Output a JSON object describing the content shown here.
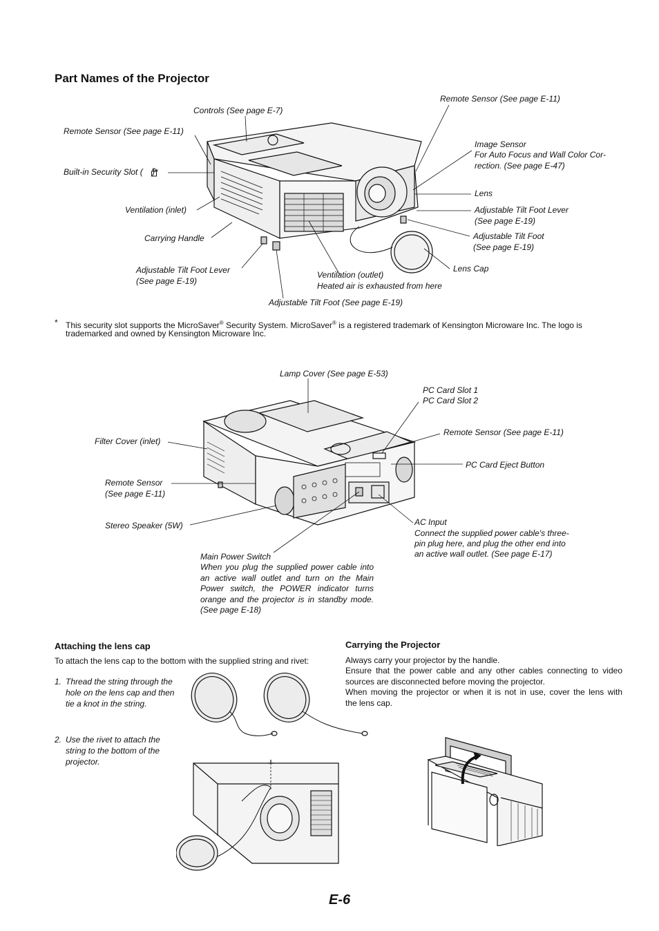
{
  "page": {
    "title": "Part Names of the Projector",
    "page_number": "E-6"
  },
  "front_view": {
    "labels": {
      "controls": "Controls (See page E-7)",
      "remote_sensor_left": "Remote Sensor (See page E-11)",
      "security_slot": "Built-in Security Slot (    )*",
      "ventilation_inlet": "Ventilation (inlet)",
      "carrying_handle": "Carrying Handle",
      "tilt_lever_left_1": "Adjustable Tilt Foot Lever",
      "tilt_lever_left_2": "(See page E-19)",
      "ventilation_outlet_1": "Ventilation (outlet)",
      "ventilation_outlet_2": "Heated air is exhausted from here",
      "tilt_foot_bottom": "Adjustable Tilt Foot (See page E-19)",
      "remote_sensor_top_right": "Remote Sensor (See page E-11)",
      "image_sensor_1": "Image Sensor",
      "image_sensor_2": "For Auto Focus and Wall Color Cor-",
      "image_sensor_3": "rection. (See page E-47)",
      "lens": "Lens",
      "tilt_lever_right_1": "Adjustable Tilt Foot Lever",
      "tilt_lever_right_2": "(See page E-19)",
      "tilt_foot_right_1": "Adjustable Tilt Foot",
      "tilt_foot_right_2": "(See page E-19)",
      "lens_cap": "Lens Cap"
    }
  },
  "footnote": {
    "marker": "*",
    "line1_a": "This security slot supports the MicroSaver",
    "sup1": "®",
    "line1_b": " Security System. MicroSaver",
    "sup2": "®",
    "line1_c": " is a registered trademark of Kensington Microware Inc. The logo is",
    "line2": "trademarked and owned by Kensington Microware Inc."
  },
  "rear_view": {
    "labels": {
      "lamp_cover": "Lamp Cover (See page E-53)",
      "pc_card_slot_1": "PC Card Slot 1",
      "pc_card_slot_2": "PC Card Slot 2",
      "filter_cover": "Filter Cover (inlet)",
      "remote_sensor_right": "Remote Sensor (See page E-11)",
      "pc_card_eject": "PC Card Eject Button",
      "remote_sensor_left_1": "Remote Sensor",
      "remote_sensor_left_2": "(See page E-11)",
      "stereo_speaker": "Stereo Speaker (5W)",
      "ac_input_title": "AC Input",
      "ac_input_1": "Connect the supplied power cable's three-",
      "ac_input_2": "pin plug here, and plug the other end into",
      "ac_input_3": "an active wall outlet. (See page E-17)",
      "main_power_title": "Main Power Switch",
      "main_power_1": "When you plug the supplied power cable into",
      "main_power_2": "an active wall outlet and turn on the Main",
      "main_power_3": "Power switch, the POWER indicator turns",
      "main_power_4": "orange and the projector is in standby mode.",
      "main_power_5": "(See page E-18)"
    }
  },
  "lens_cap_section": {
    "heading": "Attaching the lens cap",
    "intro": "To attach the lens cap to the bottom with the supplied string and rivet:",
    "step1_num": "1.",
    "step1_l1": "Thread the string through the",
    "step1_l2": "hole on the lens cap and then",
    "step1_l3": "tie a knot in the string.",
    "step2_num": "2.",
    "step2_l1": "Use the rivet to attach the",
    "step2_l2": "string to the bottom of the",
    "step2_l3": "projector."
  },
  "carrying_section": {
    "heading": "Carrying the Projector",
    "l1": "Always carry your projector by the handle.",
    "l2": "Ensure that the power cable and any other cables connecting to video",
    "l3": "sources are disconnected before moving the projector.",
    "l4": "When moving the projector or when it is not in use, cover the lens with",
    "l5": "the lens cap."
  }
}
